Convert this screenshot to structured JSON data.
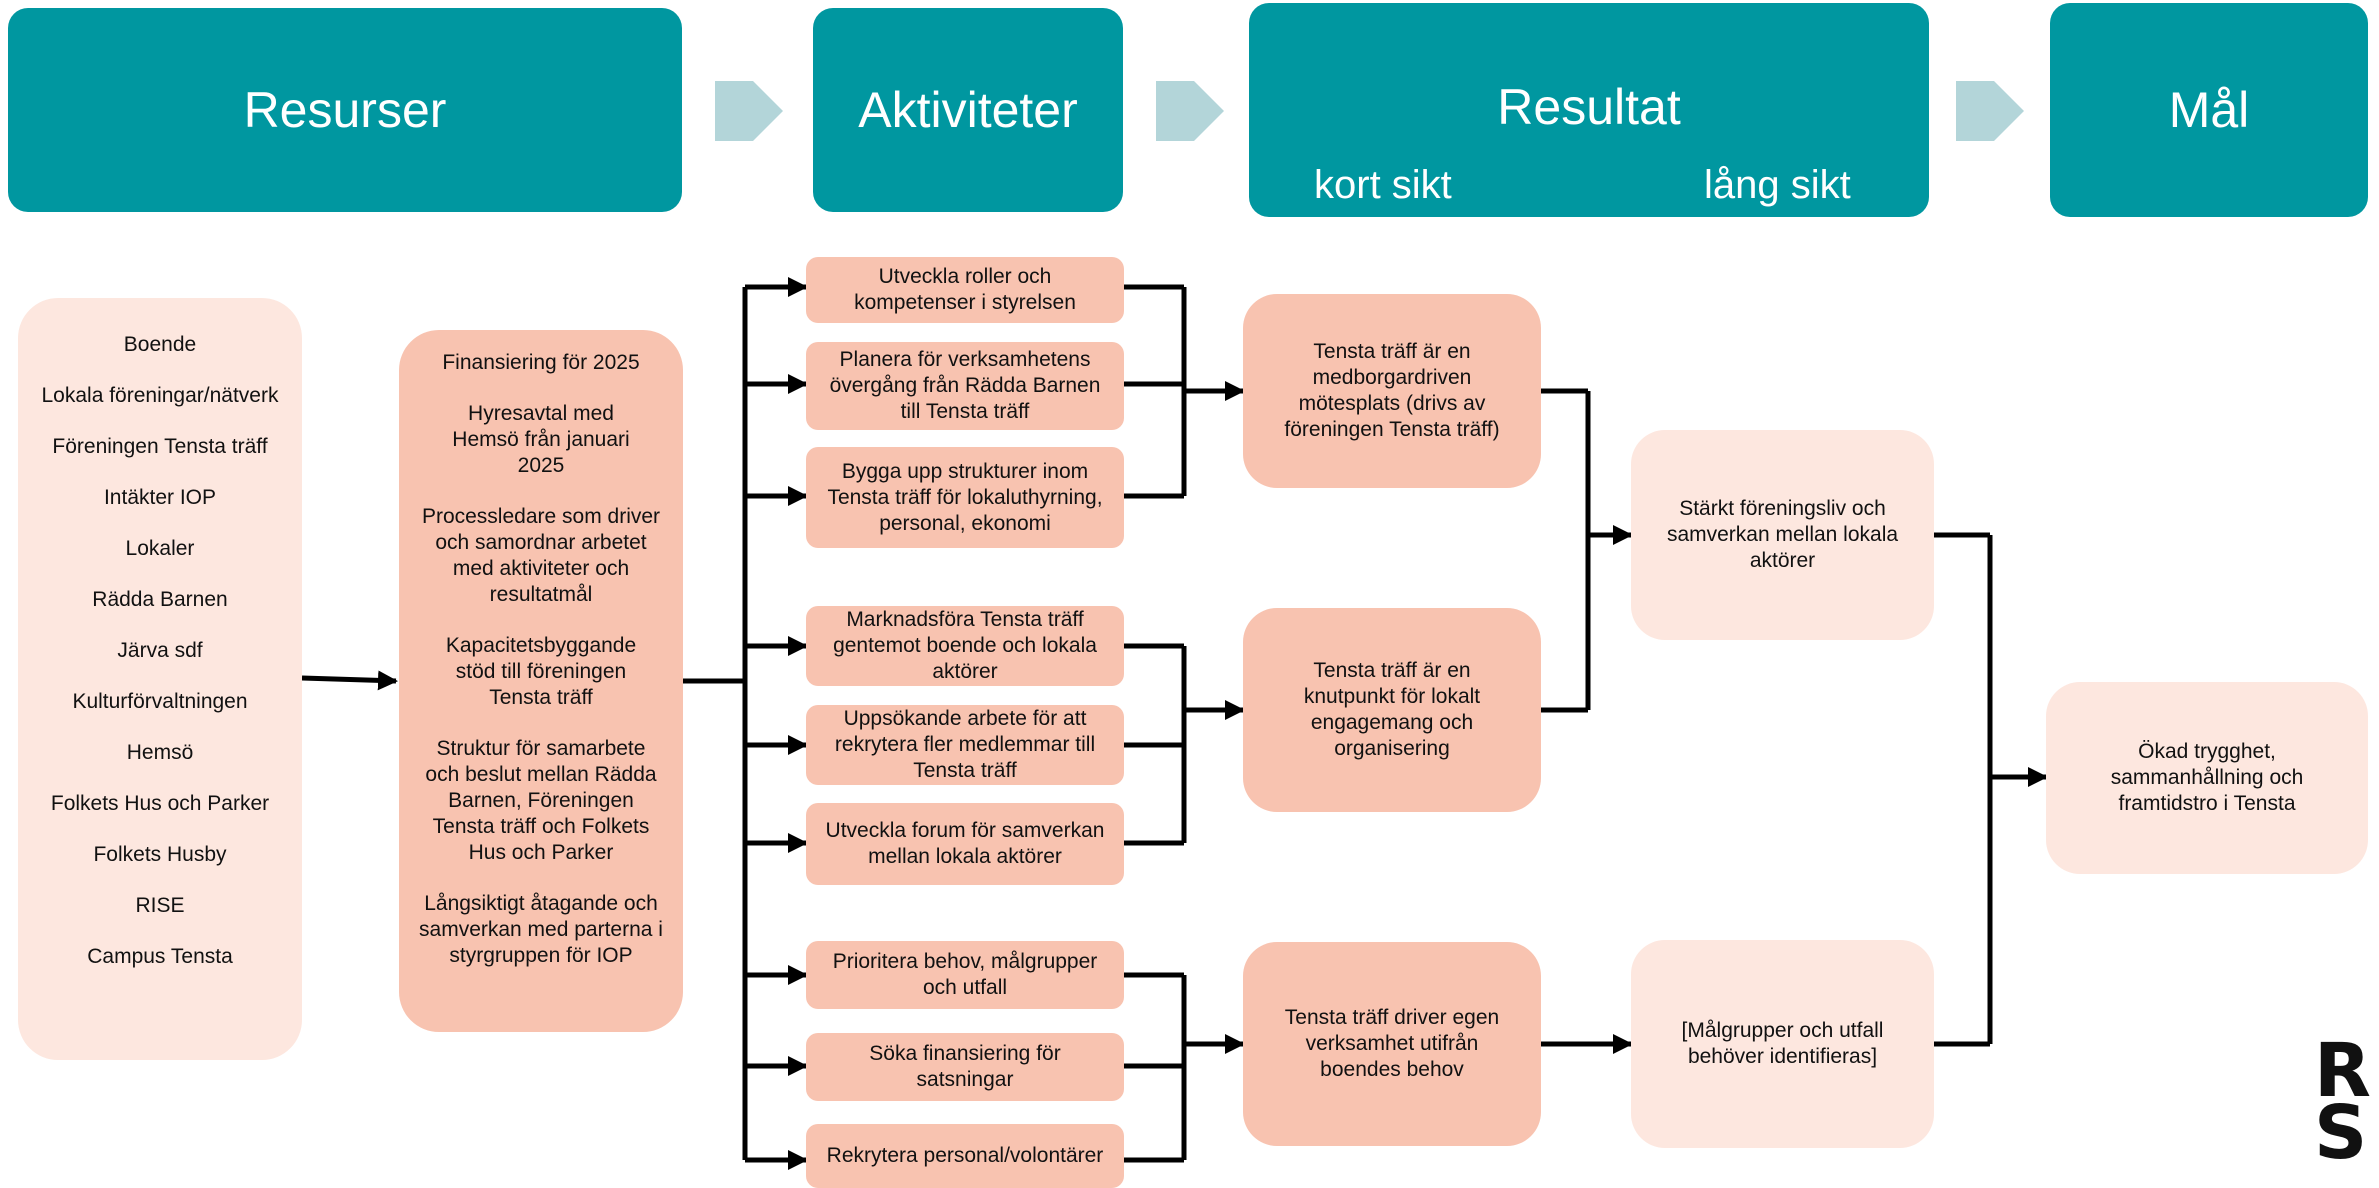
{
  "header": {
    "resurser": "Resurser",
    "aktiviteter": "Aktiviteter",
    "resultat": "Resultat",
    "kort_sikt": "kort sikt",
    "lang_sikt": "lång sikt",
    "mal": "Mål"
  },
  "resources": {
    "list": [
      "Boende",
      "Lokala föreningar/nätverk",
      "Föreningen Tensta träff",
      "Intäkter IOP",
      "Lokaler",
      "Rädda Barnen",
      "Järva sdf",
      "Kulturförvaltningen",
      "Hemsö",
      "Folkets Hus och Parker",
      "Folkets Husby",
      "RISE",
      "Campus Tensta"
    ],
    "details": [
      "Finansiering för 2025",
      "Hyresavtal med Hemsö från januari 2025",
      "Processledare som driver och samordnar arbetet med aktiviteter och resultatmål",
      "Kapacitetsbyggande stöd till föreningen Tensta träff",
      "Struktur för samarbete och beslut mellan Rädda Barnen, Föreningen Tensta träff och Folkets Hus och Parker",
      "Långsiktigt åtagande och samverkan med parterna i styrgruppen för IOP"
    ]
  },
  "activities": [
    "Utveckla roller och kompetenser i styrelsen",
    "Planera för verksamhetens övergång från Rädda Barnen till Tensta träff",
    "Bygga upp strukturer inom Tensta träff för lokaluthyrning, personal, ekonomi",
    "Marknadsföra Tensta träff gentemot boende och lokala aktörer",
    "Uppsökande arbete för att rekrytera fler medlemmar till Tensta träff",
    "Utveckla forum för samverkan mellan lokala aktörer",
    "Prioritera behov, målgrupper och utfall",
    "Söka finansiering för satsningar",
    "Rekrytera personal/volontärer"
  ],
  "short_term": [
    "Tensta träff är en medborgardriven mötesplats (drivs av föreningen Tensta träff)",
    "Tensta träff är en knutpunkt för lokalt engagemang och organisering",
    "Tensta träff driver egen verksamhet utifrån boendes behov"
  ],
  "long_term": [
    "Stärkt föreningsliv och samverkan mellan lokala aktörer",
    "[Målgrupper och utfall behöver identifieras]"
  ],
  "goal": "Ökad trygghet, sammanhållning och framtidstro i Tensta",
  "logo": {
    "line1": "R",
    "line2": "S"
  },
  "colors": {
    "teal": "#0097a0",
    "salmon": "#f8c3b0",
    "light_salmon": "#fde7df",
    "arrow": "#b3d5d9"
  }
}
